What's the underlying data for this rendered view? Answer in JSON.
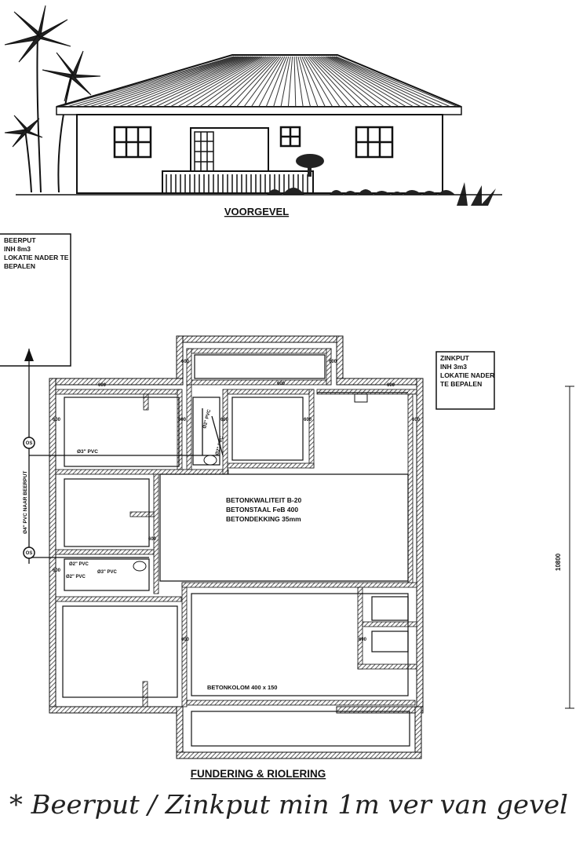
{
  "elevation": {
    "title": "VOORGEVEL"
  },
  "beerput_note": [
    "BEERPUT",
    "INH 8m3",
    "LOKATIE NADER TE",
    "BEPALEN"
  ],
  "zinkput_note": [
    "ZINKPUT",
    "INH 3m3",
    "LOKATIE NADER",
    "TE BEPALEN"
  ],
  "plan": {
    "title": "FUNDERING & RIOLERING",
    "spec": [
      "BETONKWALITEIT B-20",
      "BETONSTAAL FeB 400",
      "BETONDEKKING 35mm"
    ],
    "column_note": "BETONKOLOM 400 x 150",
    "dimension": "10800",
    "main_pipe": "Ø4\" PVC NAAR BEERPUT",
    "os_label": "OS",
    "pipes": {
      "p3": "Ø3\" PVC",
      "p2a": "Ø2\" PVC",
      "p2b": "Ø2\" PVC",
      "p3b": "Ø3\" PVC",
      "p2c": "Ø2\" PVC",
      "p2d": "Ø2\" PVC"
    },
    "footing_labels": [
      "600",
      "600",
      "600",
      "600",
      "600",
      "600",
      "600",
      "600",
      "600",
      "600",
      "600",
      "600",
      "600",
      "600"
    ]
  },
  "handwritten_note": "* Beerput / Zinkput min 1m ver van gevel",
  "colors": {
    "ink": "#111111",
    "paper": "#ffffff",
    "hatch": "#444444"
  }
}
